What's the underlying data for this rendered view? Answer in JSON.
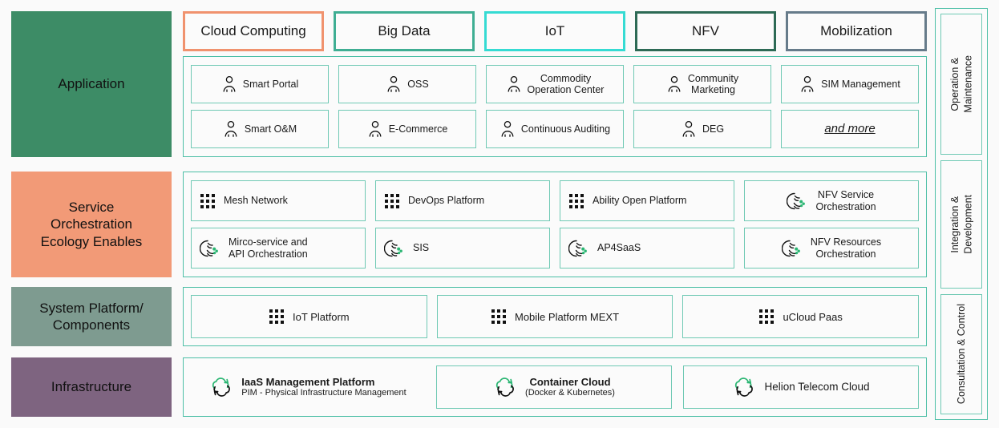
{
  "layers": {
    "application": "Application",
    "service": "Service\nOrchestration\nEcology Enables",
    "system": "System Platform/\nComponents",
    "infrastructure": "Infrastructure"
  },
  "banners": [
    {
      "label": "Cloud Computing",
      "color": "#f0926e"
    },
    {
      "label": "Big Data",
      "color": "#3fae93"
    },
    {
      "label": "IoT",
      "color": "#35dbd3"
    },
    {
      "label": "NFV",
      "color": "#2d6a55"
    },
    {
      "label": "Mobilization",
      "color": "#667b8a"
    }
  ],
  "application_items": [
    [
      {
        "label": "Smart Portal",
        "icon": "person-icon"
      },
      {
        "label": "OSS",
        "icon": "person-icon"
      },
      {
        "label": "Commodity\nOperation Center",
        "icon": "person-icon"
      },
      {
        "label": "Community\nMarketing",
        "icon": "person-icon"
      },
      {
        "label": "SIM Management",
        "icon": "person-icon"
      }
    ],
    [
      {
        "label": "Smart O&M",
        "icon": "person-icon"
      },
      {
        "label": "E-Commerce",
        "icon": "person-icon"
      },
      {
        "label": "Continuous Auditing",
        "icon": "person-icon"
      },
      {
        "label": "DEG",
        "icon": "person-icon"
      },
      {
        "label": "and more",
        "icon": "none"
      }
    ]
  ],
  "service_items": [
    [
      {
        "label": "Mesh Network",
        "icon": "grid-dots-icon"
      },
      {
        "label": "DevOps Platform",
        "icon": "grid-dots-icon"
      },
      {
        "label": "Ability Open Platform",
        "icon": "grid-dots-icon"
      },
      {
        "label": "NFV Service\nOrchestration",
        "icon": "orchestration-icon"
      }
    ],
    [
      {
        "label": "Mirco-service and\nAPI Orchestration",
        "icon": "orchestration-icon"
      },
      {
        "label": "SIS",
        "icon": "orchestration-icon"
      },
      {
        "label": "AP4SaaS",
        "icon": "orchestration-icon"
      },
      {
        "label": "NFV Resources\nOrchestration",
        "icon": "orchestration-icon"
      }
    ]
  ],
  "system_items": [
    {
      "label": "IoT Platform",
      "icon": "grid-dots-icon"
    },
    {
      "label": "Mobile Platform MEXT",
      "icon": "grid-dots-icon"
    },
    {
      "label": "uCloud Paas",
      "icon": "grid-dots-icon"
    }
  ],
  "infrastructure_items": [
    {
      "title": "IaaS Management Platform",
      "subtitle": "PIM - Physical Infrastructure Management",
      "icon": "cloud-refresh-icon",
      "boxed": false
    },
    {
      "title": "Container Cloud",
      "subtitle": "(Docker & Kubernetes)",
      "icon": "cloud-refresh-icon",
      "boxed": true
    },
    {
      "title": "Helion Telecom Cloud",
      "subtitle": "",
      "icon": "cloud-refresh-icon",
      "boxed": true
    }
  ],
  "right_column": [
    {
      "label": "Operation &\nMaintenance"
    },
    {
      "label": "Integration &\nDevelopment"
    },
    {
      "label": "Consultation & Control"
    }
  ],
  "colors": {
    "application": "#3d8c66",
    "service": "#f29a77",
    "system": "#7e9b90",
    "infrastructure": "#7e6480",
    "teal_border": "#4cbfa6",
    "teal_thin": "#6fc9b4",
    "accent_green": "#2bb673",
    "panel_bg": "#fbfbfb"
  }
}
